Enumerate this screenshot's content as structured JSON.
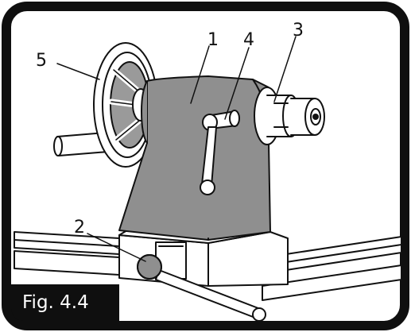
{
  "figure": {
    "label": "Fig. 4.4",
    "callouts": [
      {
        "id": "1",
        "text": "1"
      },
      {
        "id": "2",
        "text": "2"
      },
      {
        "id": "3",
        "text": "3"
      },
      {
        "id": "4",
        "text": "4"
      },
      {
        "id": "5",
        "text": "5"
      }
    ]
  },
  "colors": {
    "border": "#0f0f0f",
    "headstock_fill": "#8f8f8f",
    "label_bg": "#0f0f0f",
    "label_text": "#ffffff"
  }
}
